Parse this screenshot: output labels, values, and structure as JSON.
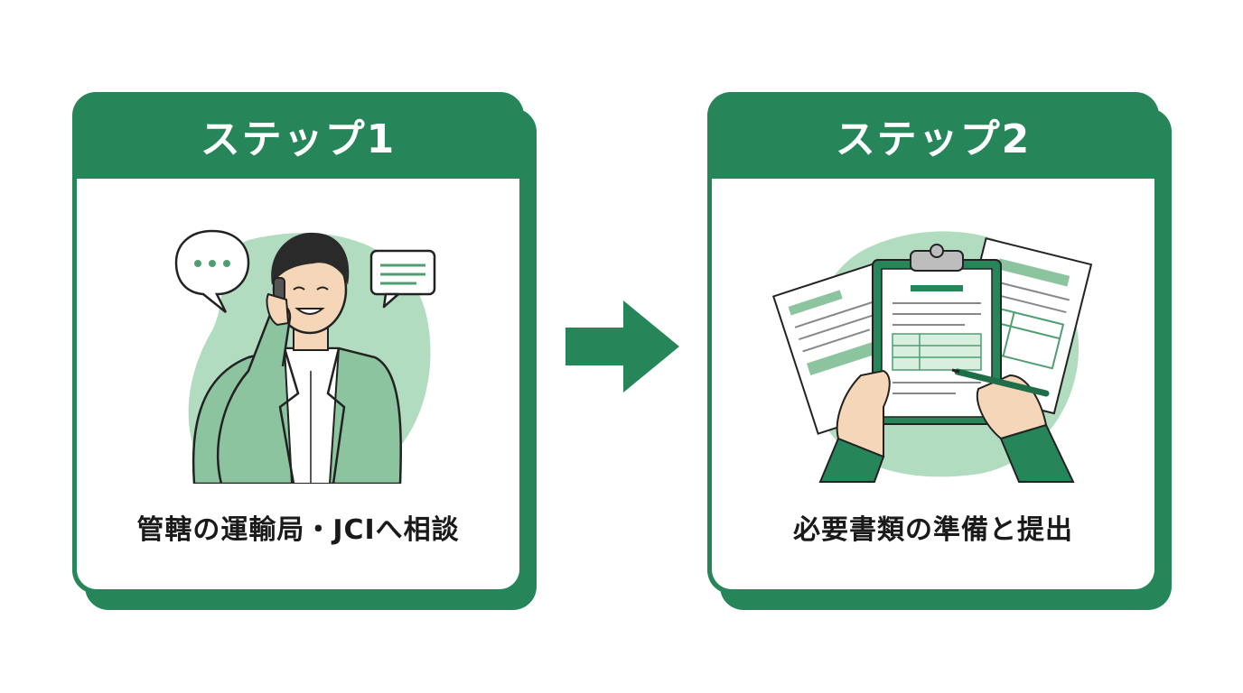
{
  "steps": [
    {
      "title": "ステップ1",
      "caption": "管轄の運輸局・JCIへ相談"
    },
    {
      "title": "ステップ2",
      "caption": "必要書類の準備と提出"
    }
  ],
  "icons": {
    "step1_illustration": "person-phone-icon",
    "step2_illustration": "documents-clipboard-icon",
    "connector": "arrow-right-icon"
  },
  "colors": {
    "brand_green": "#27855a",
    "light_green": "#b2dcc0",
    "jacket_green": "#8cc4a0",
    "text": "#1a1a1a"
  }
}
